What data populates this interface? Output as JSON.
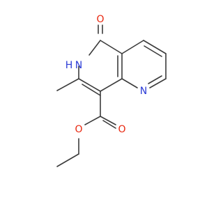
{
  "molecule": {
    "atoms": {
      "oxygen_carbonyl": {
        "label": "O",
        "color": "#e8260e"
      },
      "nh_nitrogen": {
        "label": "H",
        "color": "#2b3bd6"
      },
      "nh_n_letter": {
        "label": "N",
        "color": "#2b3bd6"
      },
      "pyridine_nitrogen": {
        "label": "N",
        "color": "#2b3bd6"
      },
      "ester_oxygen_carbonyl": {
        "label": "O",
        "color": "#e8260e"
      },
      "ester_oxygen_ether": {
        "label": "O",
        "color": "#e8260e"
      }
    }
  }
}
